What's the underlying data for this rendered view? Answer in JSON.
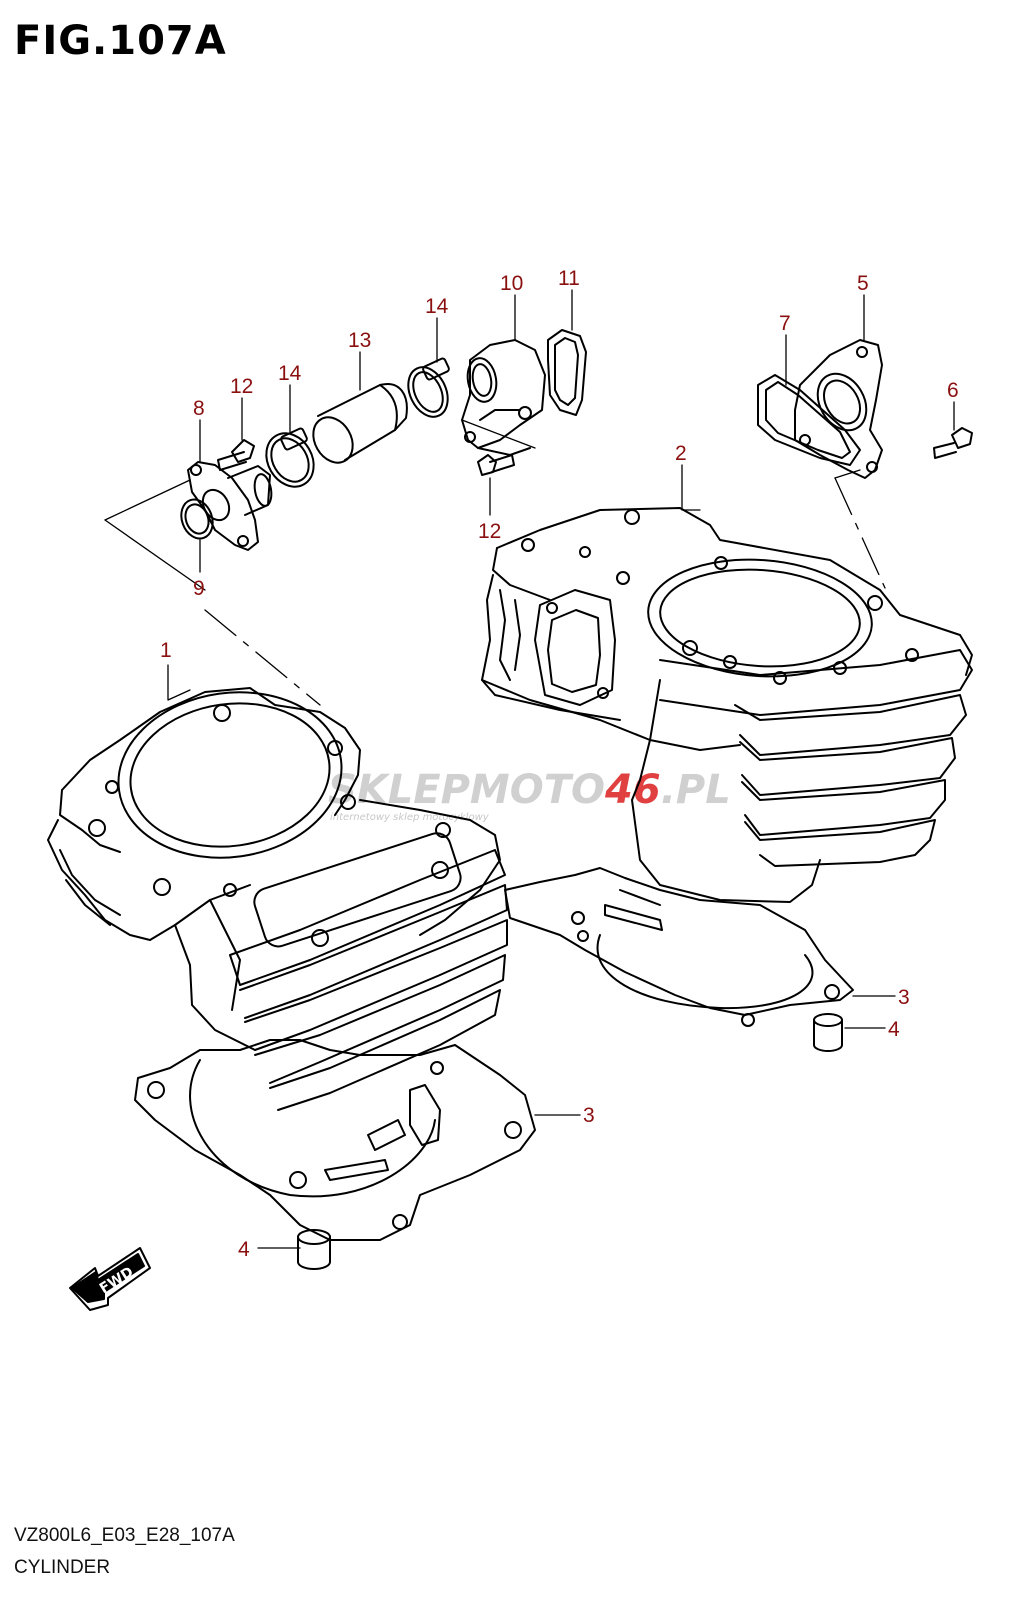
{
  "figure": {
    "title": "FIG.107A",
    "code": "VZ800L6_E03_E28_107A",
    "name": "CYLINDER",
    "fwd_label": "FWD"
  },
  "watermark": {
    "brand_part1": "SKLEPMOTO",
    "brand_part2": "46",
    "brand_part3": ".PL",
    "tagline": "internetowy sklep motocyklowy"
  },
  "callouts": [
    {
      "id": "c1",
      "label": "1"
    },
    {
      "id": "c2",
      "label": "2"
    },
    {
      "id": "c3a",
      "label": "3"
    },
    {
      "id": "c3b",
      "label": "3"
    },
    {
      "id": "c4a",
      "label": "4"
    },
    {
      "id": "c4b",
      "label": "4"
    },
    {
      "id": "c5",
      "label": "5"
    },
    {
      "id": "c6",
      "label": "6"
    },
    {
      "id": "c7",
      "label": "7"
    },
    {
      "id": "c8",
      "label": "8"
    },
    {
      "id": "c9",
      "label": "9"
    },
    {
      "id": "c10",
      "label": "10"
    },
    {
      "id": "c11",
      "label": "11"
    },
    {
      "id": "c12a",
      "label": "12"
    },
    {
      "id": "c12b",
      "label": "12"
    },
    {
      "id": "c13",
      "label": "13"
    },
    {
      "id": "c14a",
      "label": "14"
    },
    {
      "id": "c14b",
      "label": "14"
    }
  ],
  "colors": {
    "callout": "#8a1010",
    "line": "#000000",
    "watermark_grey": "#c8c8c8",
    "watermark_red": "#e04040"
  }
}
